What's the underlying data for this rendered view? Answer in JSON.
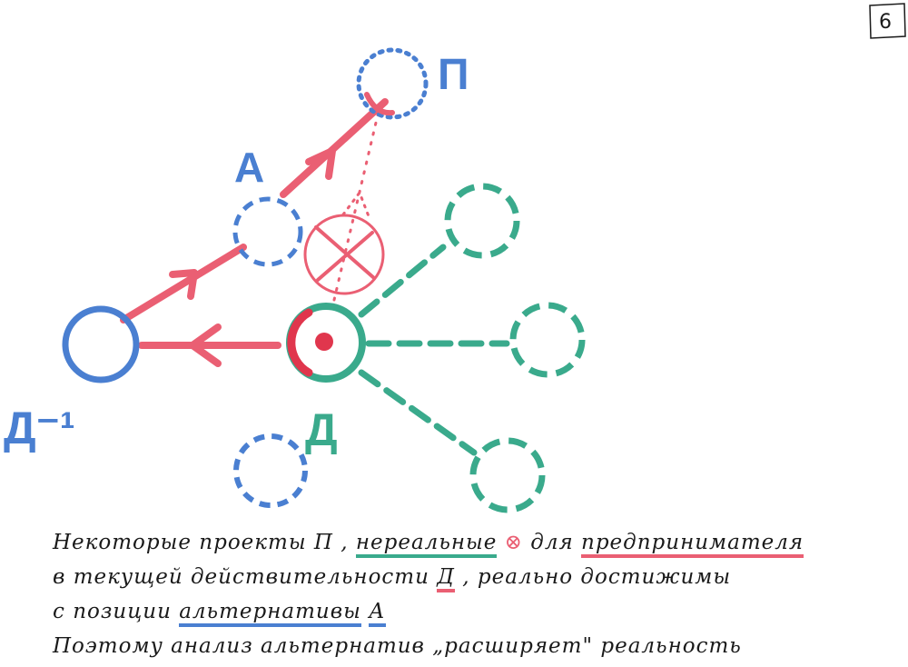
{
  "page_number": "6",
  "labels": {
    "p": "П",
    "a": "А",
    "d": "Д",
    "d_minus_1": "Д⁻¹"
  },
  "caption": {
    "line1_a": "Некоторые проекты П ,",
    "line1_b": "нереальные",
    "line1_c": "для",
    "line1_d": "предпринимателя",
    "line2_a": "в текущей действительности",
    "line2_b": "Д",
    "line2_c": ", реально достижимы",
    "line3_a": "с позиции",
    "line3_b": "альтернативы",
    "line3_c": "А",
    "line4": "Поэтому анализ альтернатив „расширяет\" реальность"
  },
  "colors": {
    "blue": "#4a7fd1",
    "green": "#3aaa8c",
    "pink": "#ea5f73",
    "red": "#e0364d",
    "ink": "#1a1a1a"
  }
}
